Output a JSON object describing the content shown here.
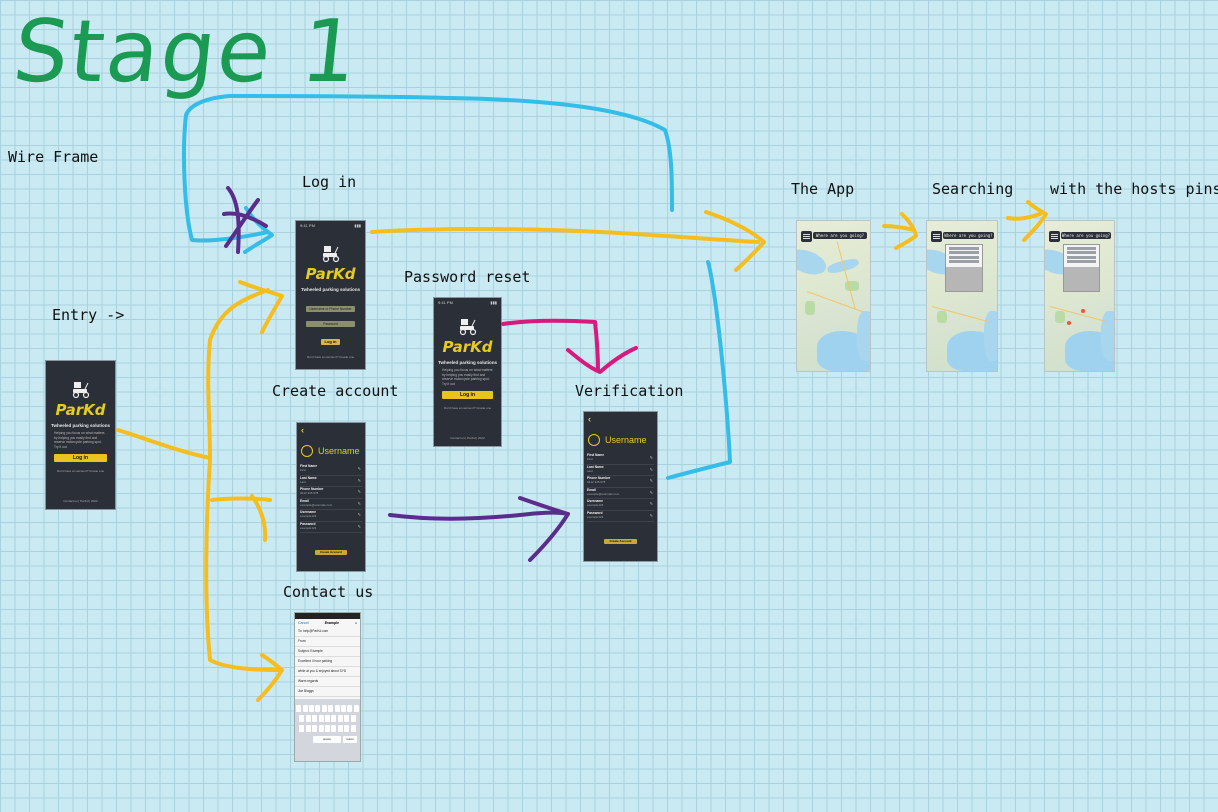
{
  "title": "Stage 1",
  "subtitle": "Wire Frame",
  "labels": {
    "entry": "Entry ->",
    "login": "Log in",
    "password_reset": "Password reset",
    "create_account": "Create account",
    "verification": "Verification",
    "contact_us": "Contact us",
    "the_app": "The App",
    "searching": "Searching",
    "hosts_pins": "with the hosts pins"
  },
  "brand": {
    "name": "ParKd",
    "tagline": "Twheeled parking solutions",
    "blurb": "Helping you focus on what matters by helping you easily find and reserve motorcycle parking spot. Try it out",
    "login_button": "Log in",
    "no_account": "Don't have an account? Create one",
    "contact_line": "Contact us | ParKd | 2022"
  },
  "login_screen": {
    "status_time": "9:41 PM",
    "username_placeholder": "Username or Phone Number",
    "password_placeholder": "Password",
    "login_button": "Log in"
  },
  "account_form": {
    "username_header": "Username",
    "fields": [
      {
        "key": "First Name",
        "value": "First"
      },
      {
        "key": "Last Name",
        "value": "Last"
      },
      {
        "key": "Phone Number",
        "value": "0412 345 678"
      },
      {
        "key": "Email",
        "value": "example@example.com"
      },
      {
        "key": "Username",
        "value": "example123"
      },
      {
        "key": "Password",
        "value": "example123"
      }
    ],
    "submit": "Create Account"
  },
  "map_screens": {
    "search_placeholder": "Where are you going?"
  },
  "contact_screen": {
    "cancel": "Cancel",
    "subject_title": "Example",
    "to": "To: help@ParKd.com",
    "from": "From:",
    "subject": "Subject: Example",
    "body1": "Excellent 4 hour parking",
    "body2": "while at you & enjoyed about SYD",
    "body3": "Warm regards",
    "body4": "Joe Bloggs",
    "space": "space",
    "return": "return"
  },
  "colors": {
    "background": "#c9eaf3",
    "title_green": "#1a9a52",
    "arrow_blue": "#33bde8",
    "arrow_orange": "#f5bd1e",
    "arrow_purple": "#5a2d8c",
    "arrow_magenta": "#d81a7e",
    "brand_yellow": "#e6cc1e",
    "phone_dark": "#2b2f38"
  }
}
